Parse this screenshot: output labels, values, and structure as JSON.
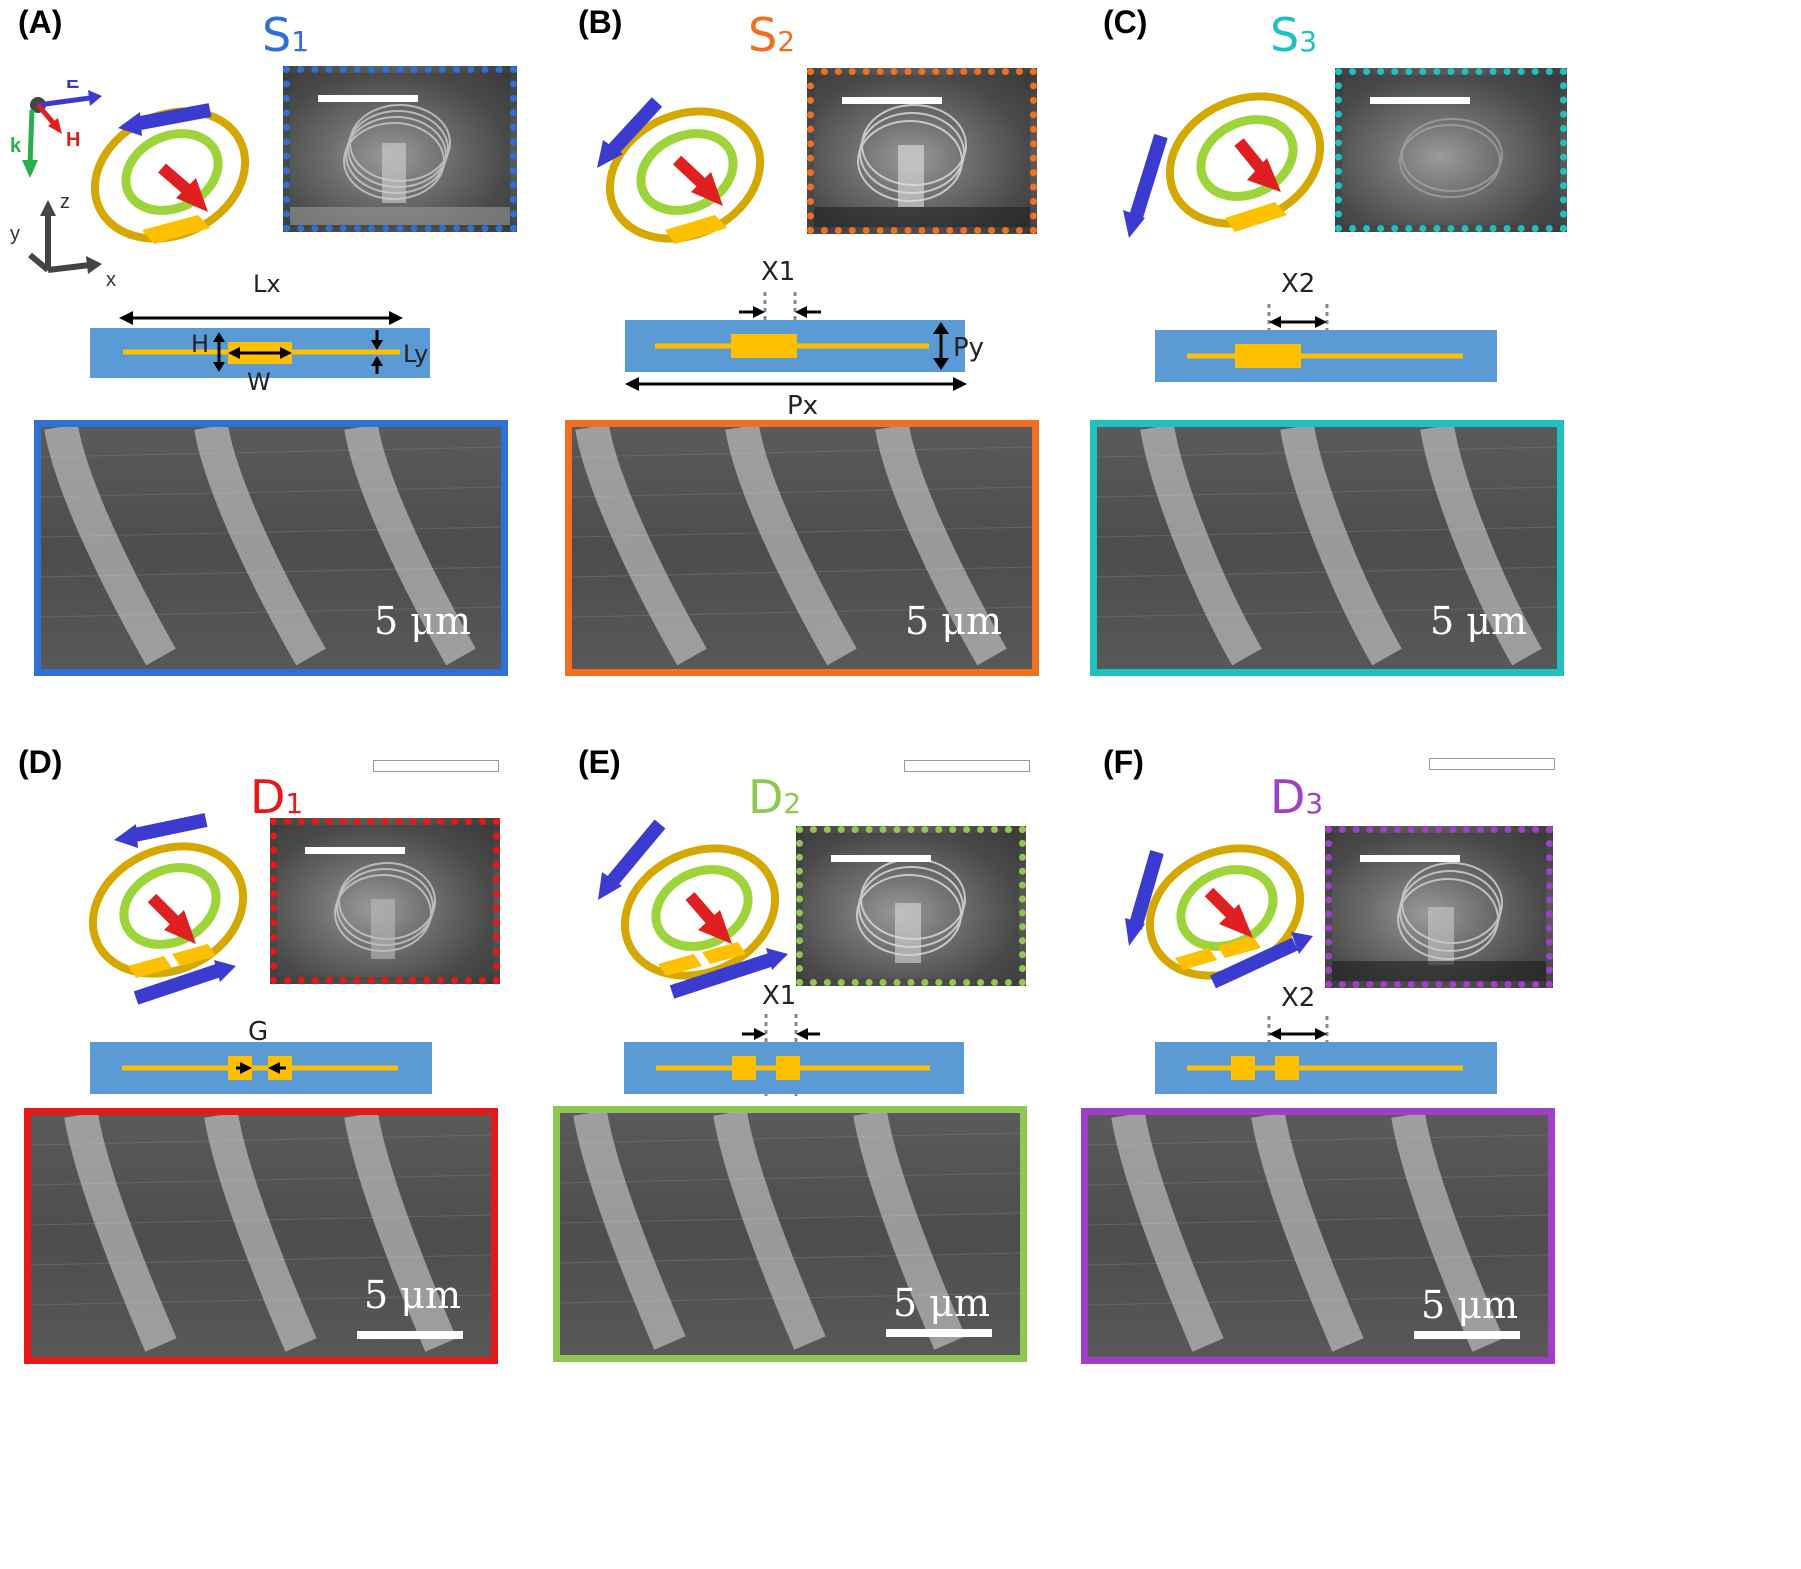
{
  "panels": [
    {
      "label": "(A)",
      "title_main": "S",
      "title_sub": "1",
      "color": "#2f6fd6",
      "dims": {
        "lx": "Lx",
        "ly": "Ly",
        "h": "H",
        "w": "W"
      },
      "scale_text": "5 μm"
    },
    {
      "label": "(B)",
      "title_main": "S",
      "title_sub": "2",
      "color": "#f07020",
      "dims": {
        "x": "X1",
        "px": "Px",
        "py": "Py"
      },
      "scale_text": "5 μm"
    },
    {
      "label": "(C)",
      "title_main": "S",
      "title_sub": "3",
      "color": "#1fc0c0",
      "dims": {
        "x": "X2"
      },
      "scale_text": "5 μm"
    },
    {
      "label": "(D)",
      "title_main": "D",
      "title_sub": "1",
      "color": "#e81818",
      "dims": {
        "g": "G"
      },
      "scale_text": "5 μm"
    },
    {
      "label": "(E)",
      "title_main": "D",
      "title_sub": "2",
      "color": "#8fc850",
      "dims": {
        "x": "X1"
      },
      "scale_text": "5 μm"
    },
    {
      "label": "(F)",
      "title_main": "D",
      "title_sub": "3",
      "color": "#a040c8",
      "dims": {
        "x": "X2"
      },
      "scale_text": "5 μm"
    }
  ],
  "axes_legend": {
    "e": "E",
    "h": "H",
    "k": "k",
    "x": "x",
    "y": "y",
    "z": "z"
  },
  "colors": {
    "substrate": "#5b9bd5",
    "gold": "#ffc000",
    "arrow_blue": "#3b3bd0",
    "arrow_red": "#e02020",
    "ring_green": "#9cd43a"
  }
}
